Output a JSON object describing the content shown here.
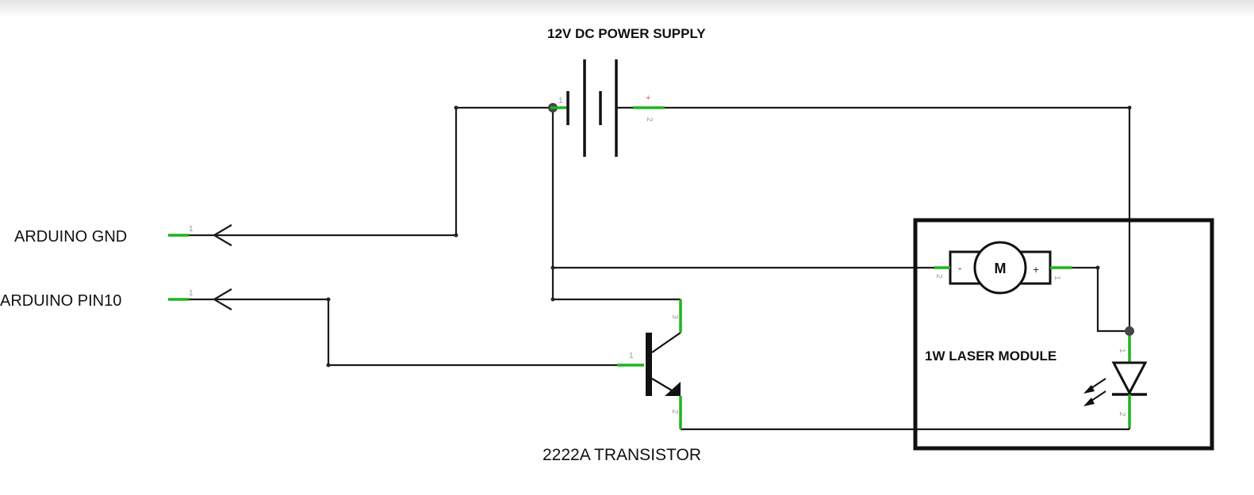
{
  "labels": {
    "power_supply": "12V DC POWER SUPPLY",
    "arduino_gnd": "ARDUINO GND",
    "arduino_pin10": "ARDUINO PIN10",
    "transistor": "2222A TRANSISTOR",
    "laser_module": "1W LASER MODULE"
  },
  "pins": {
    "gnd_port": "1",
    "pin10_port": "1",
    "battery_neg": "1",
    "battery_pos": "2",
    "battery_pos_sign": "+",
    "transistor_base": "1",
    "transistor_emitter": "2",
    "transistor_collector": "3",
    "motor_left": "2",
    "motor_right": "1",
    "motor_minus": "-",
    "motor_plus": "+",
    "motor_letter": "M",
    "diode_top": "1",
    "diode_bottom": "2"
  },
  "colors": {
    "wire": "#1a1a1a",
    "pin_lead": "#1db41d",
    "pin_text": "#9a9a9a",
    "plus_sign": "#e0506a"
  }
}
